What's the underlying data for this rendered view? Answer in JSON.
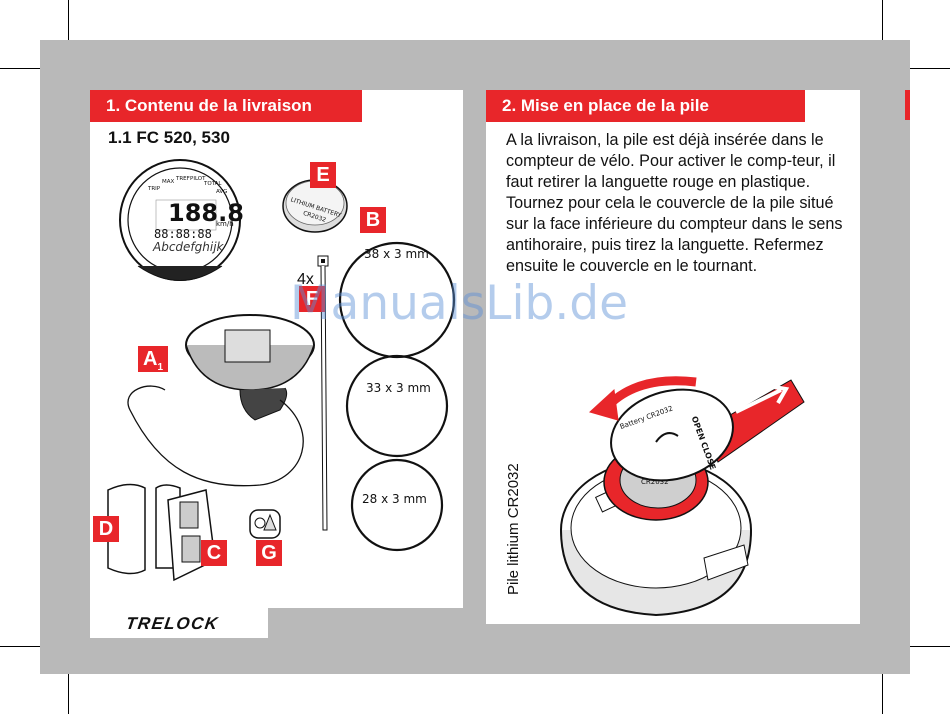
{
  "left": {
    "header": "1.  Contenu de la livraison",
    "subheading": "1.1 FC 520, 530",
    "display": {
      "digits": "188.8",
      "unit": "km/h",
      "small_digits": "88:88:88",
      "text": "Abcdefghijk",
      "modes": [
        "TRIP",
        "MAX",
        "TREF",
        "PILOT",
        "TOTAL",
        "AVG"
      ],
      "brand": "TRELOCK"
    },
    "battery_print": "LITHIUM BATTERY",
    "battery_model": "CR2032",
    "badges": {
      "E": "E",
      "B": "B",
      "F": "F",
      "A": "A",
      "A_sub": "1",
      "D": "D",
      "C": "C",
      "G": "G"
    },
    "quantity": "4x",
    "rings": [
      "38 x 3 mm",
      "33 x 3 mm",
      "28 x 3 mm"
    ]
  },
  "right": {
    "header": "2.  Mise en place de la pile",
    "body": "A la livraison, la pile est déjà insérée dans le compteur de vélo. Pour activer le comp-teur, il faut retirer la languette rouge en plastique. Tournez pour cela le couvercle de la pile situé sur la face inférieure du compteur dans le sens antihoraire, puis tirez la languette. Refermez ensuite le couvercle en le tournant.",
    "side_label": "Pile lithium CR2032",
    "cover_text": "OPEN CLOSE",
    "cover_battery": "Battery CR2032",
    "inner_battery": "CR2032"
  },
  "footer_brand": "TRELOCK",
  "watermark": "ManualsLib.de",
  "colors": {
    "accent": "#e8262a",
    "band": "#b9b9b9",
    "watermark": "#5b8fd6"
  }
}
